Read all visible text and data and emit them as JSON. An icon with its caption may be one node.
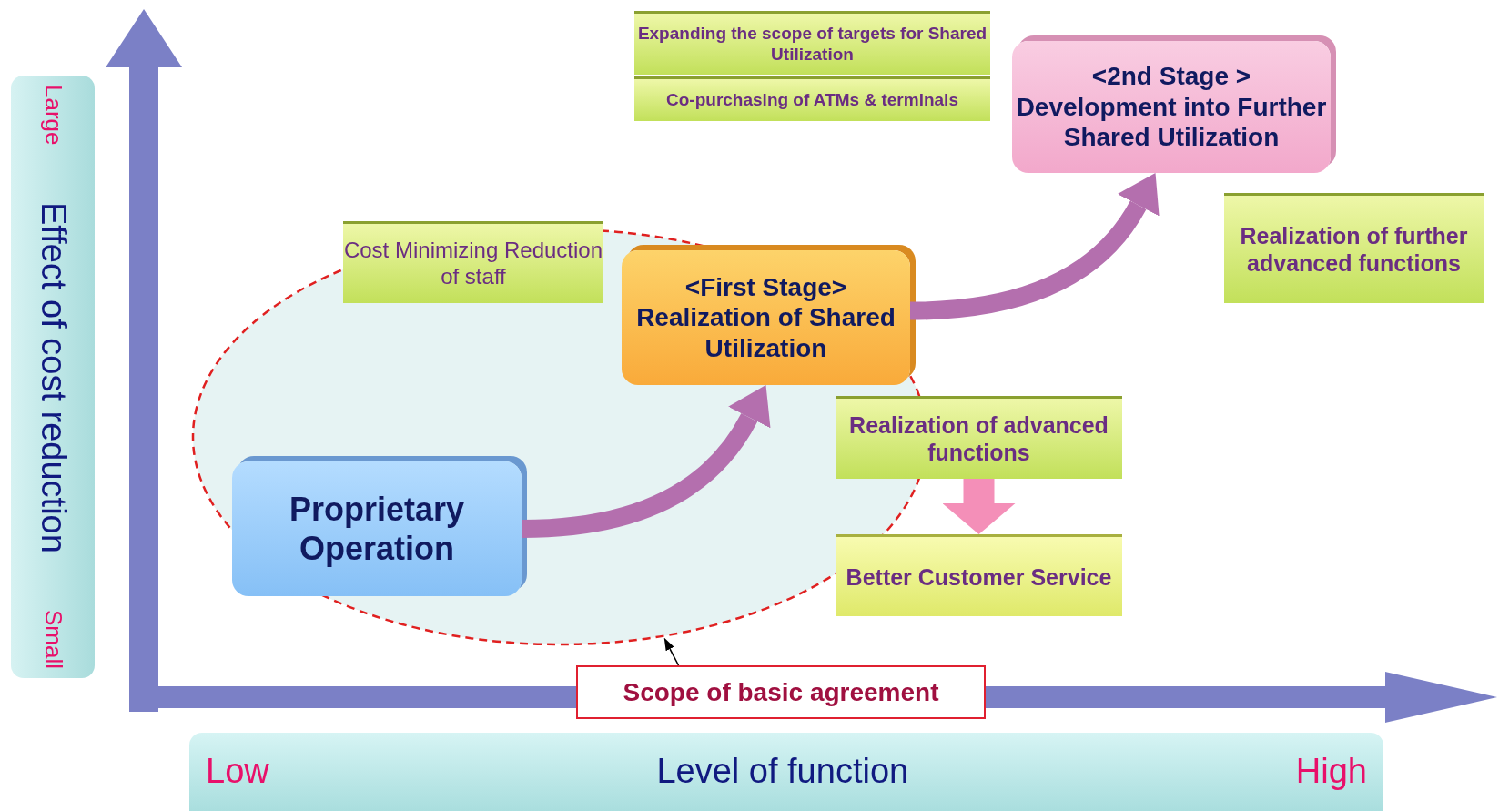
{
  "diagram": {
    "nodes": [
      {
        "text": [
          "Large",
          "Effect of cost reduction",
          "Small"
        ]
      },
      {
        "text": [
          "Expanding the scope of targets for Shared Utilization"
        ]
      },
      {
        "text": [
          "Co-purchasing of ATMs & terminals"
        ]
      },
      {
        "text": [
          "<2nd Stage >",
          "Development into Further Shared Utilization"
        ]
      },
      {
        "text": [
          "Cost Minimizing Reduction of staff"
        ]
      },
      {
        "text": [],
        "shape": "ellipse"
      },
      {
        "text": [
          "<First Stage>",
          "Realization of Shared Utilization"
        ],
        "in": 5
      },
      {
        "text": [
          "Realization of further advanced functions"
        ]
      },
      {
        "text": [
          "Realization of advanced functions"
        ]
      },
      {
        "text": [
          "Proprietary Operation"
        ],
        "in": 5
      },
      {
        "text": [
          "Better Customer Service"
        ]
      },
      {
        "text": [
          "Scope of basic agreement"
        ]
      },
      {
        "text": [
          "Low",
          "Level of function",
          "High"
        ]
      }
    ],
    "edges": [
      {
        "from": 9,
        "to": 6,
        "arrow": "to"
      },
      {
        "from": 6,
        "to": 3,
        "arrow": "to"
      },
      {
        "from": 8,
        "to": 10,
        "arrow": "to",
        "color": "#f48fb8"
      },
      {
        "from": 11,
        "to": 5,
        "arrow": "to",
        "color": "#000000"
      }
    ]
  }
}
